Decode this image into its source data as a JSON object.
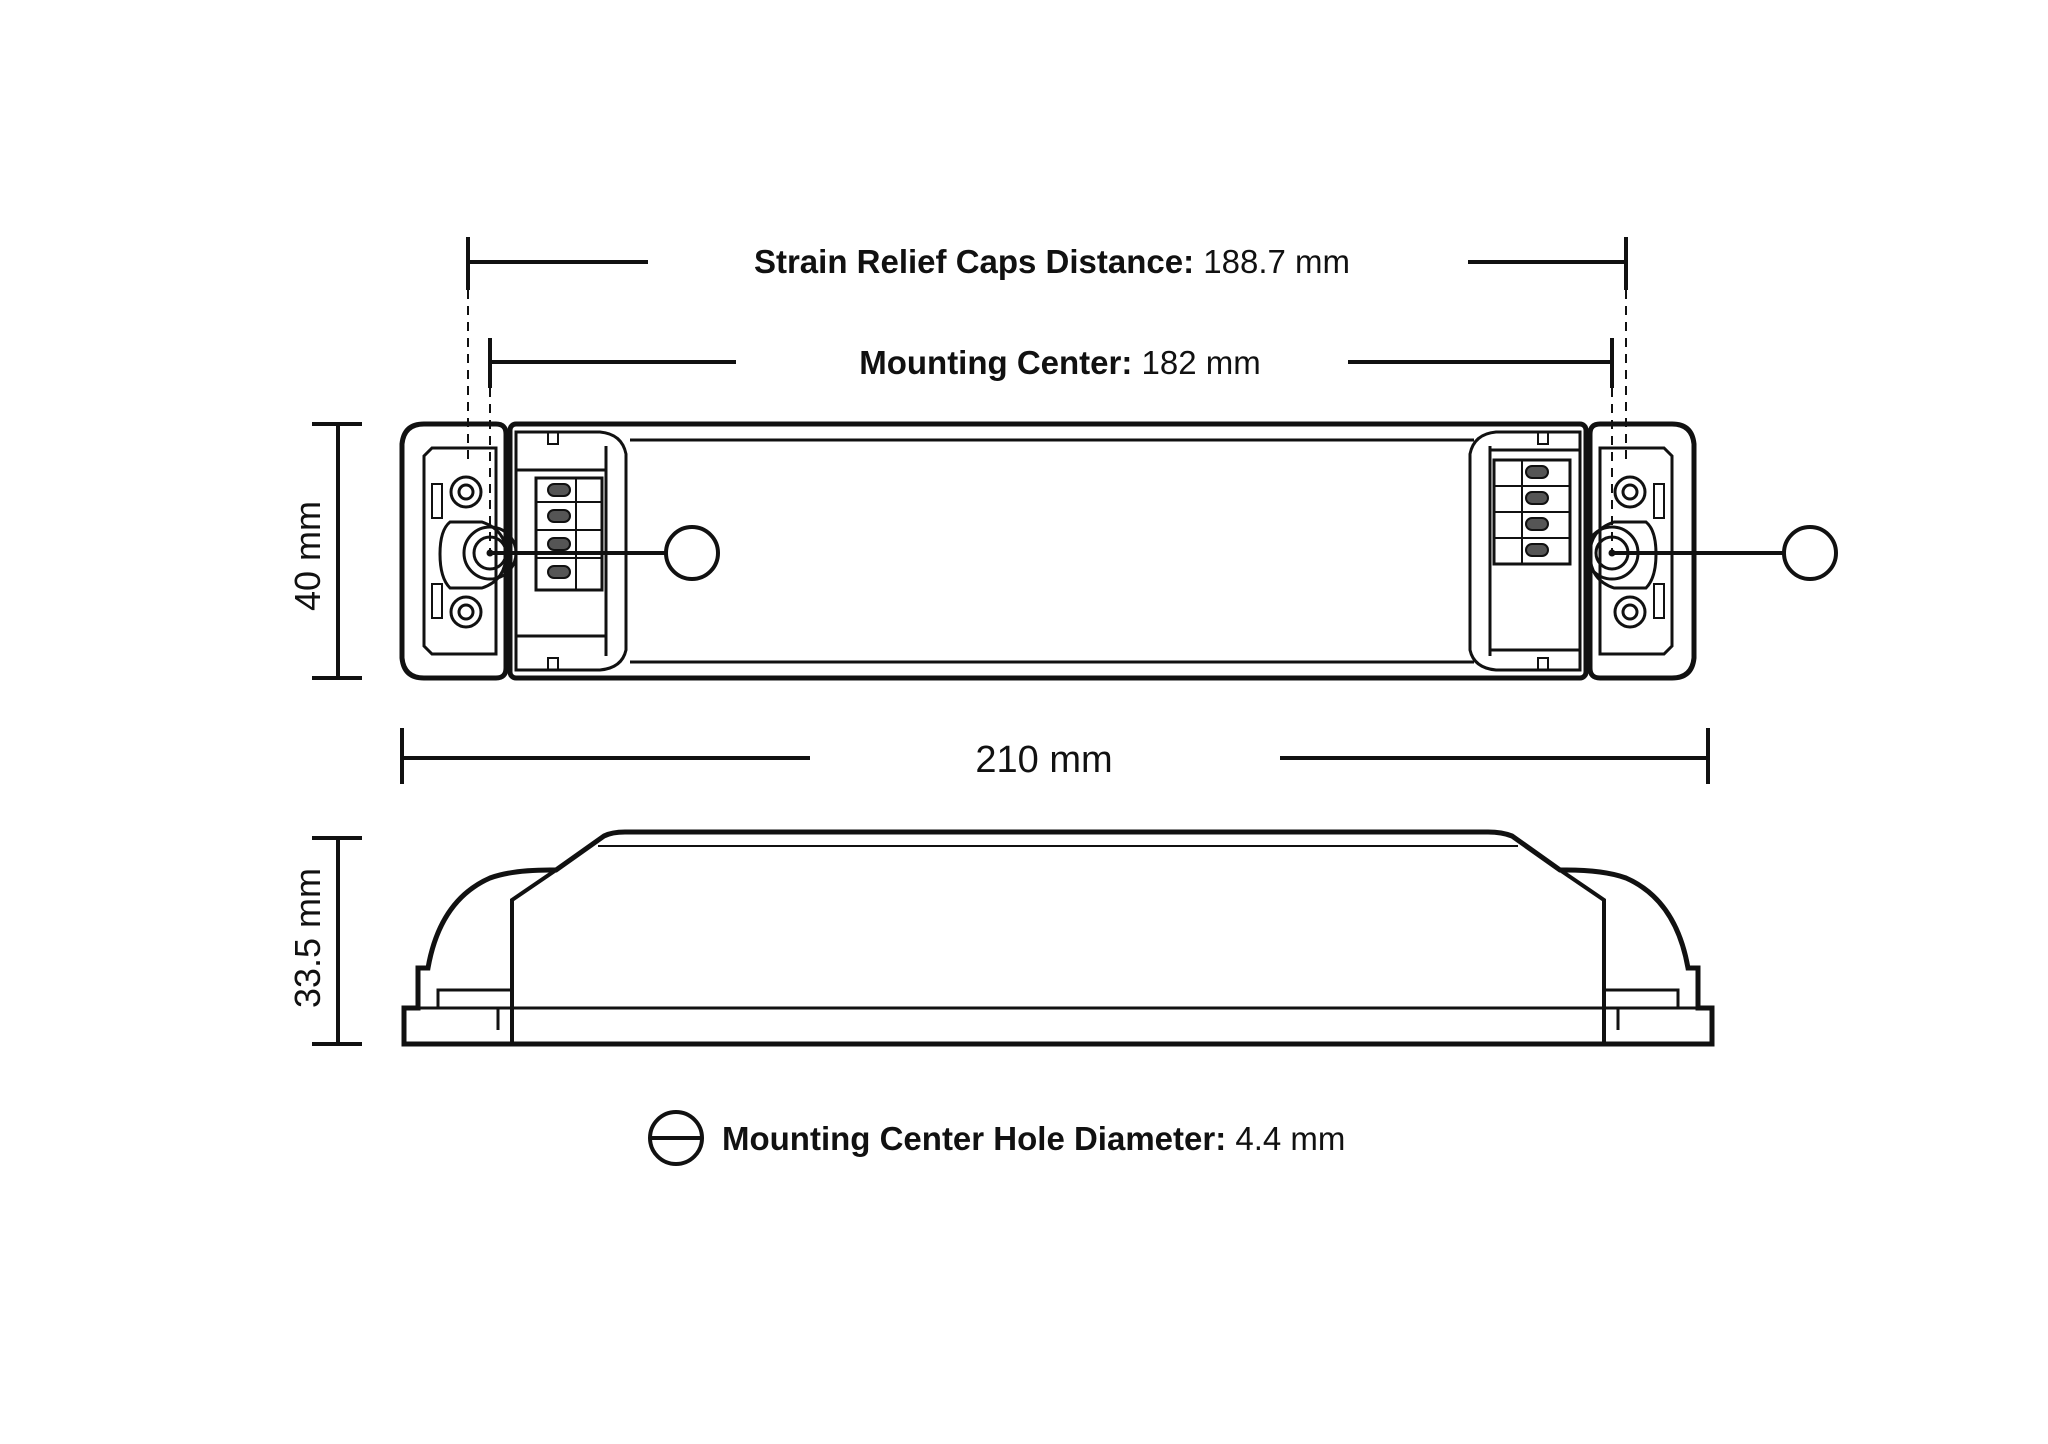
{
  "dimensions": {
    "strain_relief": {
      "label": "Strain Relief Caps Distance:",
      "value": "188.7 mm"
    },
    "mounting_center": {
      "label": "Mounting Center:",
      "value": "182 mm"
    },
    "length": {
      "value": "210 mm"
    },
    "width": {
      "value": "40 mm"
    },
    "height": {
      "value": "33.5 mm"
    },
    "hole_diameter": {
      "label": "Mounting Center Hole Diameter:",
      "value": "4.4 mm"
    }
  },
  "colors": {
    "line": "#111111",
    "terminal": "#555555",
    "background": "#ffffff"
  }
}
